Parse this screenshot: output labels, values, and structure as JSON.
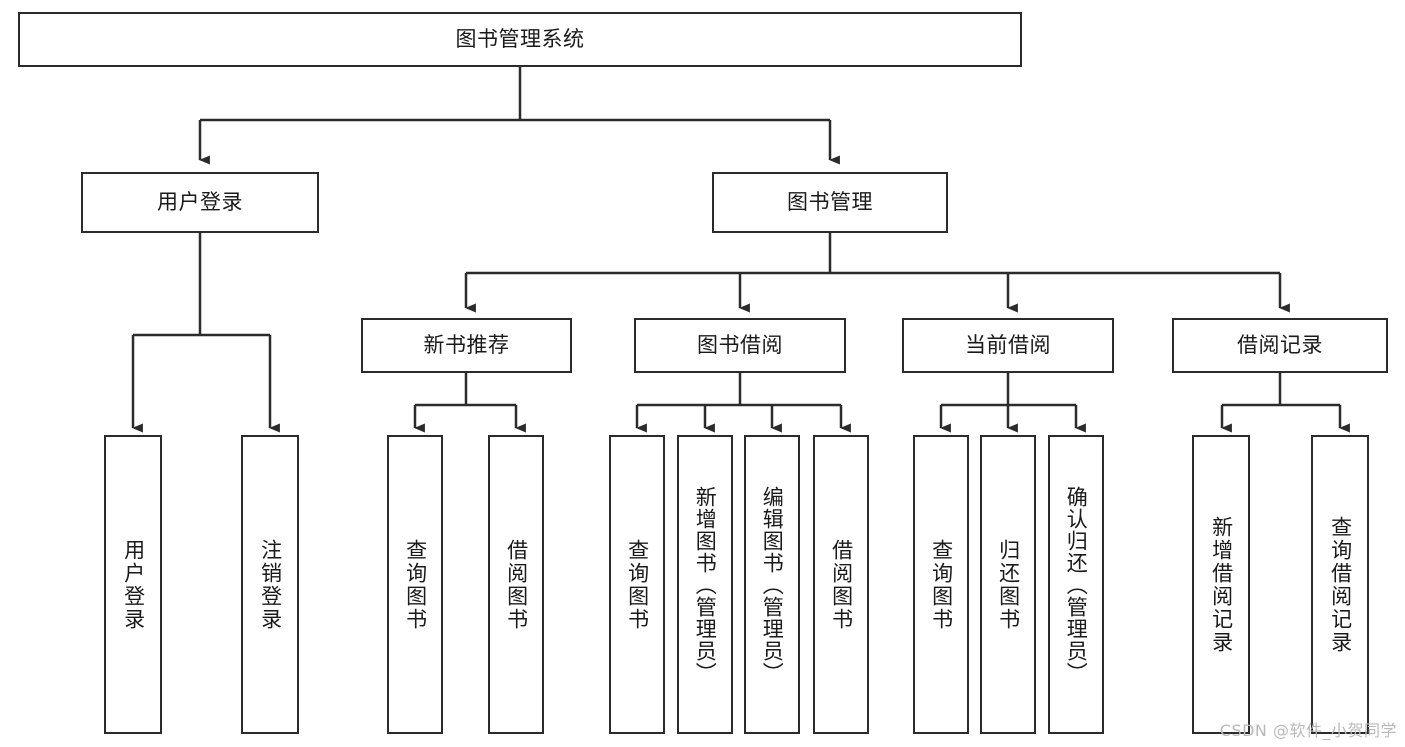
{
  "diagram": {
    "title": "图书管理系统",
    "type": "tree",
    "background_color": "#ffffff",
    "line_color": "#2b2b2b",
    "text_color": "#1a1a1a",
    "watermark": "CSDN @软件_小贺同学",
    "nodes": {
      "root": {
        "label": "图书管理系统"
      },
      "l1": [
        {
          "label": "用户登录"
        },
        {
          "label": "图书管理"
        }
      ],
      "l2": [
        {
          "label": "新书推荐"
        },
        {
          "label": "图书借阅"
        },
        {
          "label": "当前借阅"
        },
        {
          "label": "借阅记录"
        }
      ],
      "leaves": {
        "user_login": [
          {
            "label": "用户登录"
          },
          {
            "label": "注销登录"
          }
        ],
        "new_book": [
          {
            "label": "查询图书"
          },
          {
            "label": "借阅图书"
          }
        ],
        "borrow": [
          {
            "label": "查询图书"
          },
          {
            "label": "新增图书（管理员）"
          },
          {
            "label": "编辑图书（管理员）"
          },
          {
            "label": "借阅图书"
          }
        ],
        "current": [
          {
            "label": "查询图书"
          },
          {
            "label": "归还图书"
          },
          {
            "label": "确认归还（管理员）"
          }
        ],
        "records": [
          {
            "label": "新增借阅记录"
          },
          {
            "label": "查询借阅记录"
          }
        ]
      }
    }
  }
}
